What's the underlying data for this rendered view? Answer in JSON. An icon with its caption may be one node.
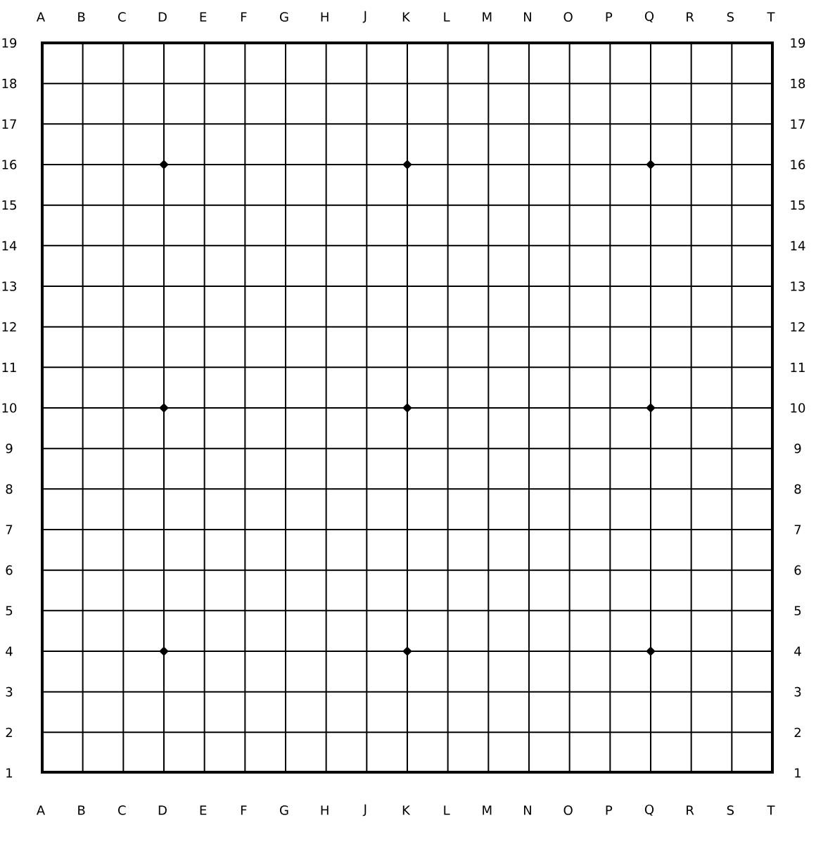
{
  "diagram": {
    "labels": [
      "A",
      "B",
      "C",
      "D",
      "E",
      "F",
      "G",
      "H",
      "J",
      "K",
      "L",
      "M",
      "N",
      "O",
      "P",
      "Q",
      "R",
      "S",
      "T",
      "19",
      "19",
      "18",
      "18",
      "17",
      "17",
      "16",
      "16",
      "15",
      "15",
      "14",
      "14",
      "13",
      "13",
      "12",
      "12",
      "11",
      "11",
      "10",
      "10",
      "9",
      "9",
      "8",
      "8",
      "7",
      "7",
      "6",
      "6",
      "5",
      "5",
      "4",
      "4",
      "3",
      "3",
      "2",
      "2",
      "1",
      "1",
      "A",
      "B",
      "C",
      "D",
      "E",
      "F",
      "G",
      "H",
      "J",
      "K",
      "L",
      "M",
      "N",
      "O",
      "P",
      "Q",
      "R",
      "S",
      "T"
    ]
  }
}
